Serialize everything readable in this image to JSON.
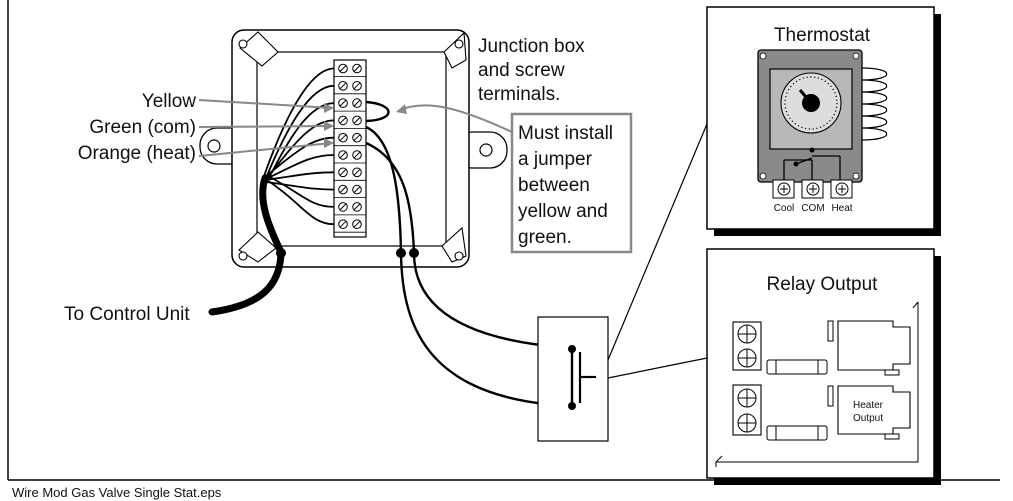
{
  "wire_labels": {
    "yellow": "Yellow",
    "green": "Green (com)",
    "orange": "Orange (heat)"
  },
  "junction_box": {
    "line1": "Junction box",
    "line2": "and screw",
    "line3": "terminals."
  },
  "jumper_note": {
    "line1": "Must install",
    "line2": "a jumper",
    "line3": "between",
    "line4": "yellow and",
    "line5": "green."
  },
  "control_unit": "To Control Unit",
  "thermostat": {
    "title": "Thermostat",
    "cool": "Cool",
    "com": "COM",
    "heat": "Heat"
  },
  "relay": {
    "title": "Relay Output",
    "heater_line1": "Heater",
    "heater_line2": "Output"
  },
  "filename": "Wire Mod Gas Valve Single Stat.eps"
}
